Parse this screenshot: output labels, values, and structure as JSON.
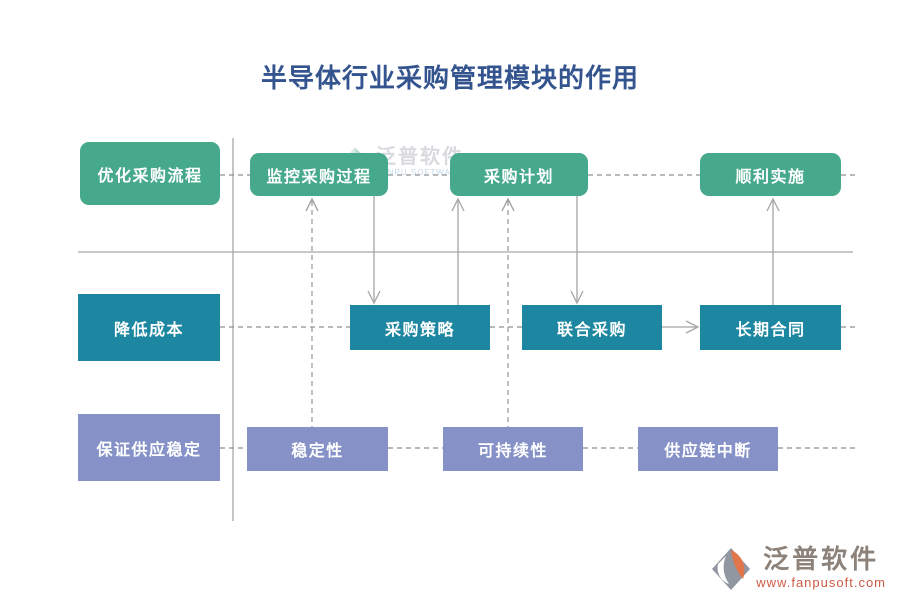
{
  "title": "半导体行业采购管理模块的作用",
  "boxes": {
    "optimize_process": "优化采购流程",
    "monitor_process": "监控采购过程",
    "purchase_plan": "采购计划",
    "smooth_implementation": "顺利实施",
    "reduce_cost": "降低成本",
    "purchase_strategy": "采购策略",
    "joint_purchase": "联合采购",
    "long_term_contract": "长期合同",
    "ensure_supply": "保证供应稳定",
    "stability": "稳定性",
    "sustainability": "可持续性",
    "supply_chain_disruption": "供应链中断"
  },
  "colors": {
    "row1_green": "#47A98B",
    "row2_teal": "#1D86A0",
    "row3_purple": "#8591C7",
    "connector_gray": "#9d9d9d",
    "title_blue": "#33548E",
    "footer_url_red": "#cf5a45"
  },
  "watermark": {
    "text": "泛普软件",
    "subtext": "FANPU SOFTWARE"
  },
  "footer": {
    "brand": "泛普软件",
    "url": "www.fanpusoft.com"
  }
}
